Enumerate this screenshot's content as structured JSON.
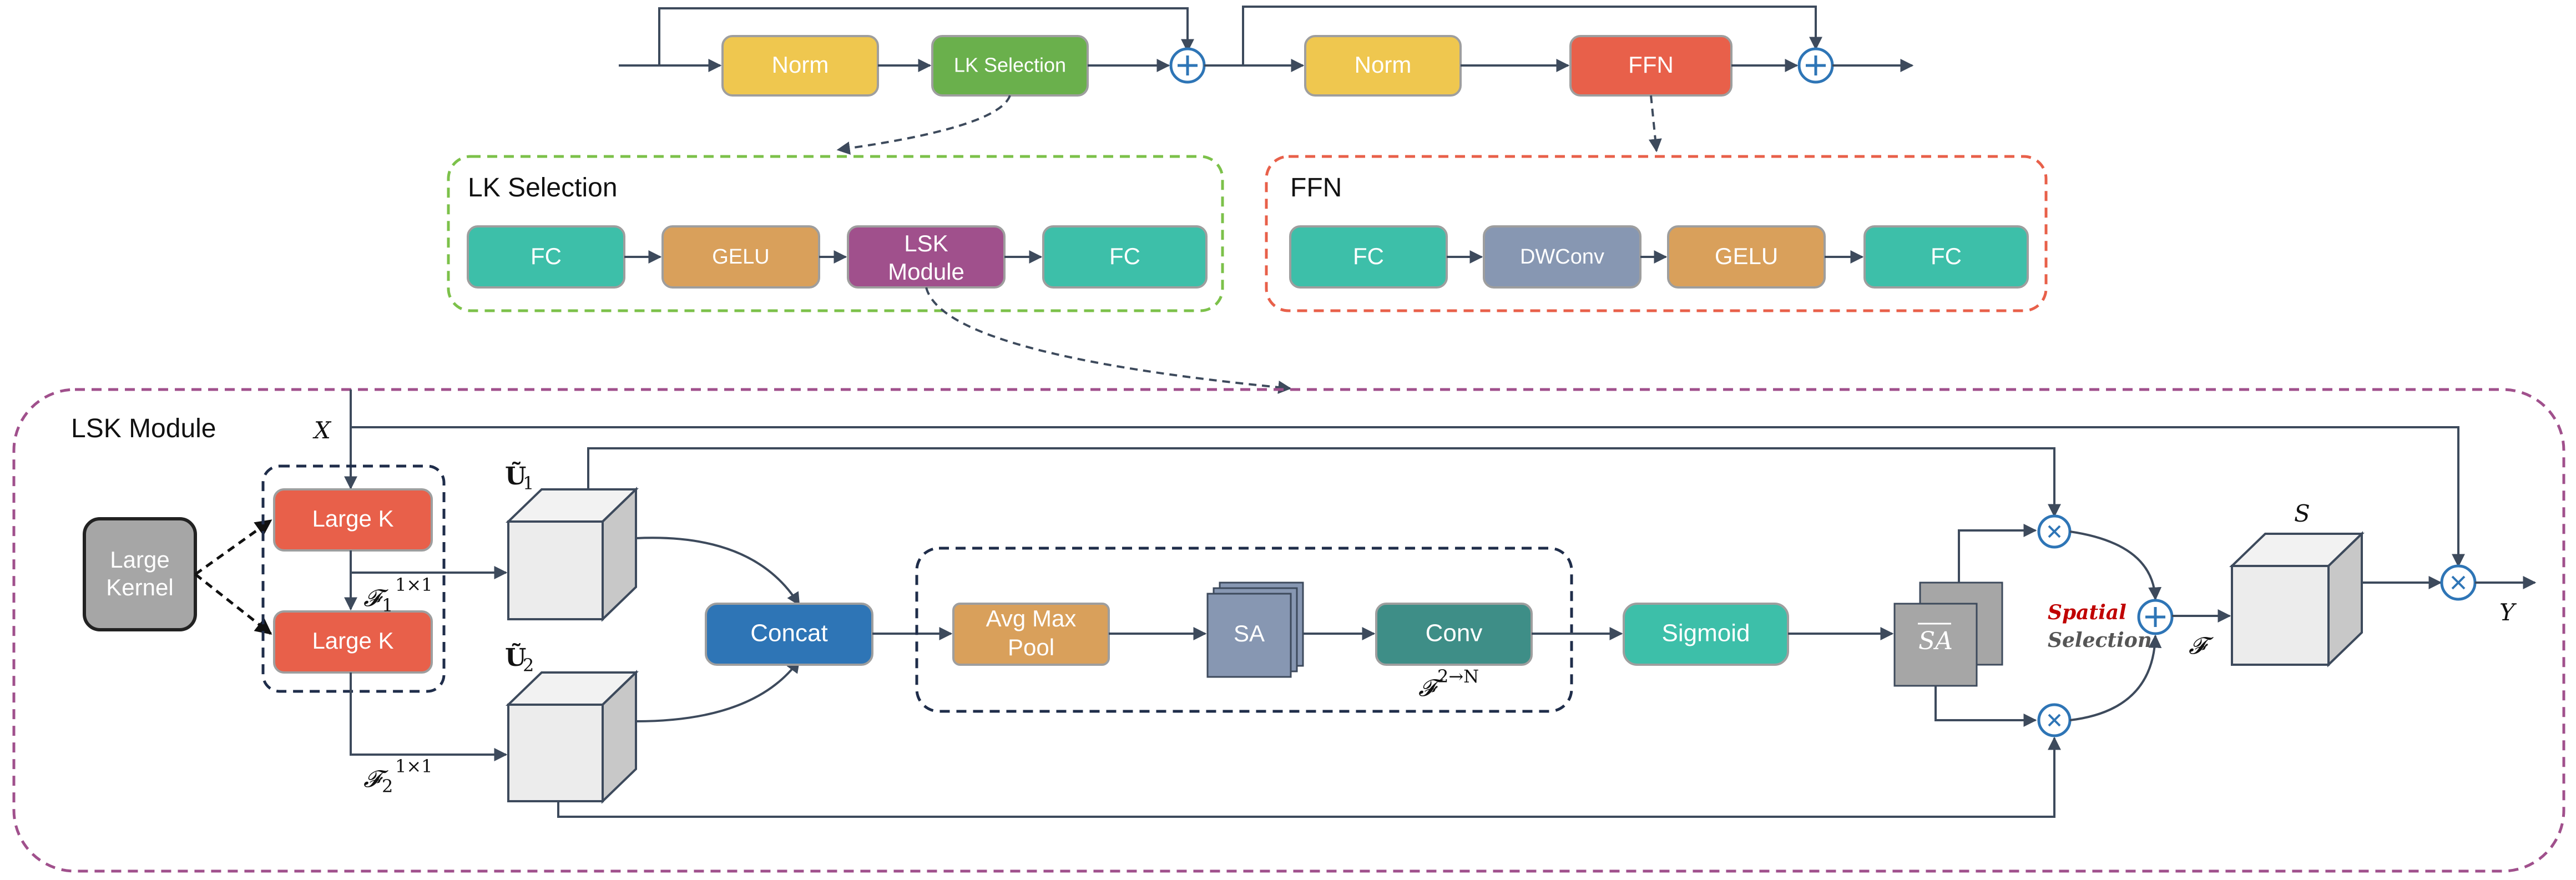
{
  "top_row": {
    "norm1": "Norm",
    "lk_selection": "LK Selection",
    "norm2": "Norm",
    "ffn": "FFN"
  },
  "lk_panel": {
    "title": "LK Selection",
    "fc1": "FC",
    "gelu": "GELU",
    "lsk_line1": "LSK",
    "lsk_line2": "Module",
    "fc2": "FC"
  },
  "ffn_panel": {
    "title": "FFN",
    "fc1": "FC",
    "dwconv": "DWConv",
    "gelu": "GELU",
    "fc2": "FC"
  },
  "lsk_module": {
    "title": "LSK Module",
    "x_label": "X",
    "large_kernel_line1": "Large",
    "large_kernel_line2": "Kernel",
    "large_k1": "Large K",
    "large_k2": "Large K",
    "f1_base": "𝓕",
    "f1_sub": "1",
    "f1_sup": "1×1",
    "f2_base": "𝓕",
    "f2_sub": "2",
    "f2_sup": "1×1",
    "u1_base": "Ũ",
    "u1_sub": "1",
    "u2_base": "Ũ",
    "u2_sub": "2",
    "concat": "Concat",
    "avgmax_line1": "Avg Max",
    "avgmax_line2": "Pool",
    "sa": "SA",
    "conv": "Conv",
    "f2n_base": "𝓕",
    "f2n_sup": "2→N",
    "sigmoid": "Sigmoid",
    "sa_hat": "SA",
    "spatial": "Spatial",
    "selection": "Selection",
    "f_label": "𝓕",
    "s_label": "S",
    "y_label": "Y"
  },
  "colors": {
    "norm": "#efc74f",
    "lk_selection": "#6ab04c",
    "ffn": "#e8604a",
    "fc": "#3dbfa9",
    "gelu": "#d9a05b",
    "lsk": "#a0508c",
    "dwconv": "#8797b2",
    "large_k": "#e8604a",
    "large_kernel": "#a6a6a6",
    "concat": "#2e75b6",
    "avgmax": "#d9a05b",
    "sa": "#8797b2",
    "conv": "#3e8e87",
    "sigmoid": "#3dbfa9",
    "panel_lk": "#7cc14a",
    "panel_ffn": "#e8604a",
    "panel_lsk": "#a0508c",
    "dark_dash": "#1f2d4a",
    "edge": "#3d4a5c",
    "spatial_red": "#c00000"
  }
}
